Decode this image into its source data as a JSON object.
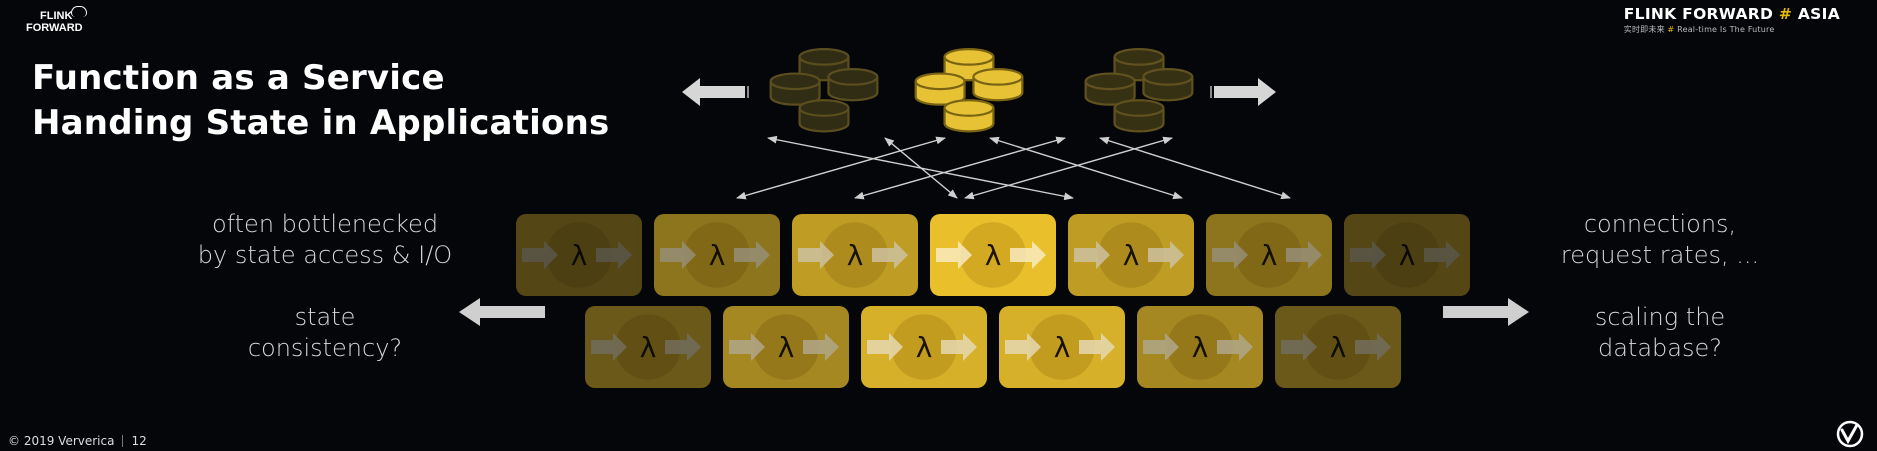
{
  "logo_top_left": {
    "line1": "FLINK",
    "line2": "FORWARD"
  },
  "brand": {
    "name_part1": "FLINK FORWARD ",
    "hash": "#",
    "name_part2": " ASIA",
    "tag_cn": "实时即未来",
    "tag_hash": "#",
    "tag_en": "Real-time Is The Future"
  },
  "title": {
    "line1": "Function as a Service",
    "line2": "Handing State in Applications"
  },
  "left_text": {
    "top_line1": "often bottlenecked",
    "top_line2": "by state access & I/O",
    "bottom_line1": "state",
    "bottom_line2": "consistency?"
  },
  "right_text": {
    "top_line1": "connections,",
    "top_line2": "request rates, ...",
    "bottom_line1": "scaling the",
    "bottom_line2": "database?"
  },
  "function_symbol": "λ",
  "footer": {
    "copyright": "© 2019 Ververica",
    "page": "12"
  },
  "colors": {
    "background": "#04060a",
    "accent": "#f2c431",
    "lambda_text": "#1a1405"
  }
}
